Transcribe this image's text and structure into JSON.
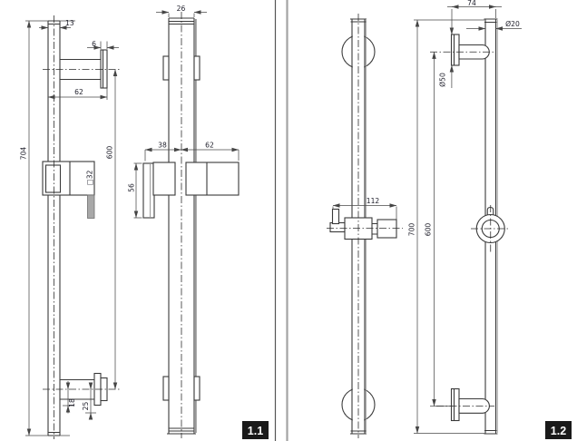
{
  "figure_1_1": {
    "label": "1.1",
    "dims": {
      "rail_depth": "13",
      "plate_thickness": "6",
      "bracket_length": "62",
      "overall_height": "704",
      "bracket_spacing": "600",
      "slider_section": "□32",
      "grip_height": "56",
      "bottom_inner": "18",
      "bottom_outer": "25",
      "rail_width": "26",
      "slider_left": "38",
      "slider_right": "62"
    }
  },
  "figure_1_2": {
    "label": "1.2",
    "dims": {
      "wall_offset": "74",
      "rail_diameter": "Ø20",
      "flange_diameter": "Ø50",
      "slider_length": "112",
      "overall_height": "700",
      "bracket_spacing": "600"
    }
  }
}
